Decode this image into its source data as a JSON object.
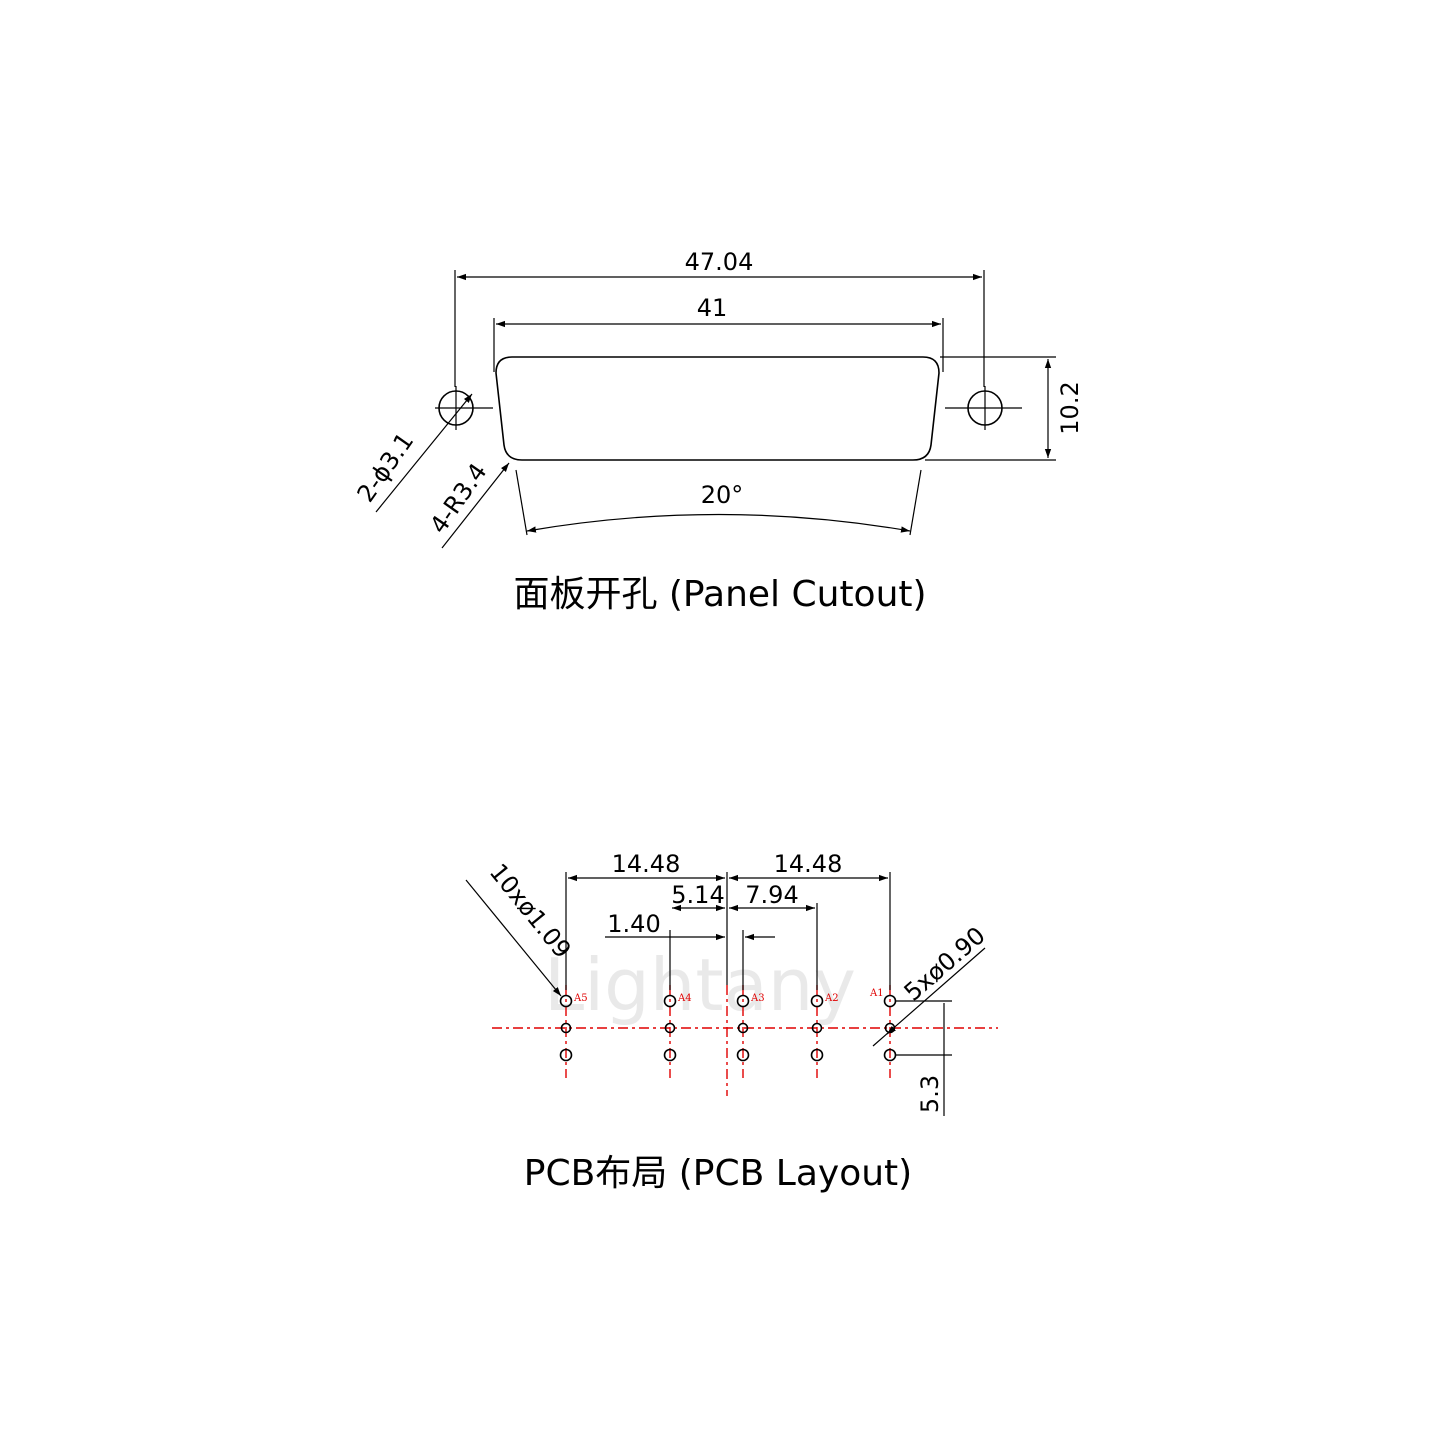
{
  "panel": {
    "dim_overall_width": "47.04",
    "dim_cutout_width": "41",
    "dim_height": "10.2",
    "dim_mount_holes": "2-ϕ3.1",
    "dim_corner_radius": "4-R3.4",
    "dim_angle": "20°",
    "caption": "面板开孔 (Panel Cutout)"
  },
  "pcb": {
    "dim_left_span": "14.48",
    "dim_right_span": "14.48",
    "dim_left_offset": "5.14",
    "dim_right_offset": "7.94",
    "dim_small_offset": "1.40",
    "dim_large_holes": "10xø1.09",
    "dim_small_holes": "5xø0.90",
    "dim_row_pitch": "5.3",
    "pin_labels": [
      "A5",
      "A4",
      "A3",
      "A2",
      "A1"
    ],
    "caption": "PCB布局 (PCB Layout)"
  },
  "watermark": "Lightany",
  "colors": {
    "line": "#000000",
    "centerline": "#e00000",
    "pin_label": "#e00000",
    "background": "#ffffff"
  }
}
